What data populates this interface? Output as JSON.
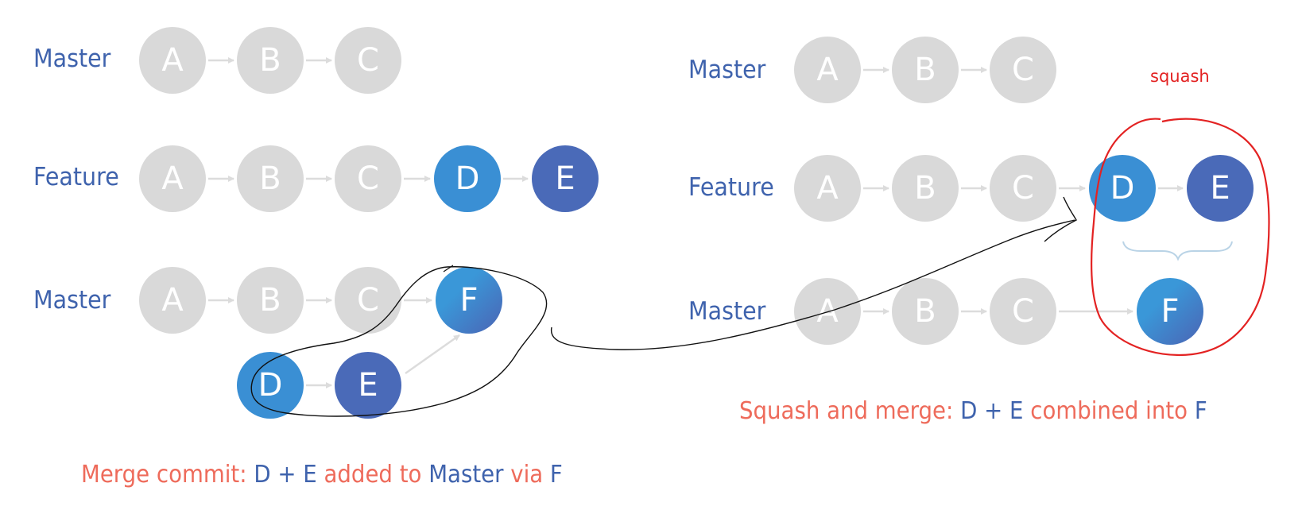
{
  "left": {
    "master_label": "Master",
    "feature_label": "Feature",
    "master_merged_label": "Master",
    "commits": {
      "a": "A",
      "b": "B",
      "c": "C",
      "d": "D",
      "e": "E",
      "f": "F"
    },
    "caption": {
      "part1": "Merge commit: ",
      "d": "D",
      "plus": " + ",
      "e": "E",
      "part2": " added to ",
      "master": "Master",
      "part3": " via ",
      "f": "F"
    }
  },
  "right": {
    "master_label": "Master",
    "feature_label": "Feature",
    "master_merged_label": "Master",
    "commits": {
      "a": "A",
      "b": "B",
      "c": "C",
      "d": "D",
      "e": "E",
      "f": "F"
    },
    "caption": {
      "part1": "Squash and merge: ",
      "d": "D",
      "plus": " + ",
      "e": "E",
      "part2": " combined into ",
      "f": "F"
    },
    "annotation": "squash"
  },
  "colors": {
    "label_blue": "#3f63ad",
    "caption_red": "#ee6b5b",
    "commit_gray": "#d9d9d9",
    "commit_light_blue": "#3a8fd4",
    "commit_dark_blue": "#4a6ab8",
    "annotation_red": "#e32222"
  }
}
